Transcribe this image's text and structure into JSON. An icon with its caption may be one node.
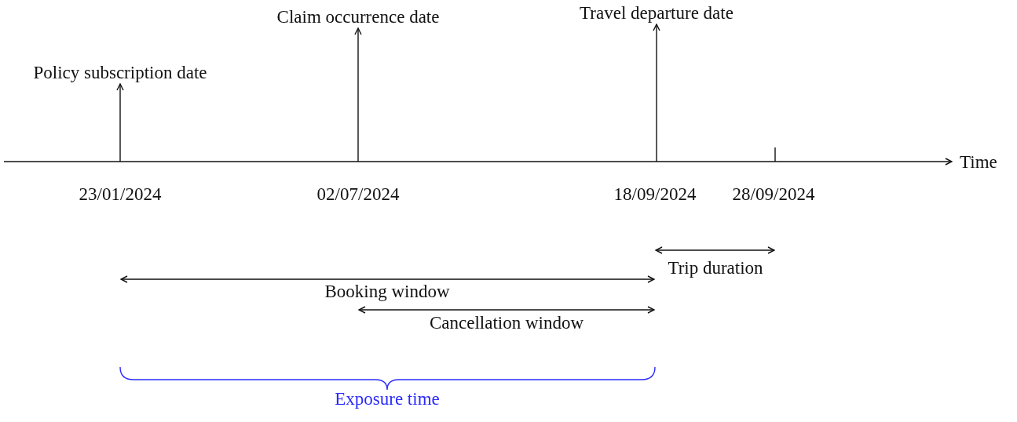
{
  "diagram": {
    "nodes": [
      {
        "text": [
          "Policy subscription date"
        ]
      },
      {
        "text": [
          "Claim occurrence date"
        ]
      },
      {
        "text": [
          "Travel departure date"
        ]
      }
    ],
    "edges": [
      {
        "from": null,
        "to": 0,
        "arrow": "to"
      },
      {
        "from": null,
        "to": 1,
        "arrow": "to"
      },
      {
        "from": null,
        "to": 2,
        "arrow": "to"
      }
    ],
    "labels": [
      "Time",
      "23/01/2024",
      "02/07/2024",
      "18/09/2024",
      "28/09/2024",
      "Trip duration",
      "Booking window",
      "Cancellation window",
      "Exposure time"
    ]
  }
}
